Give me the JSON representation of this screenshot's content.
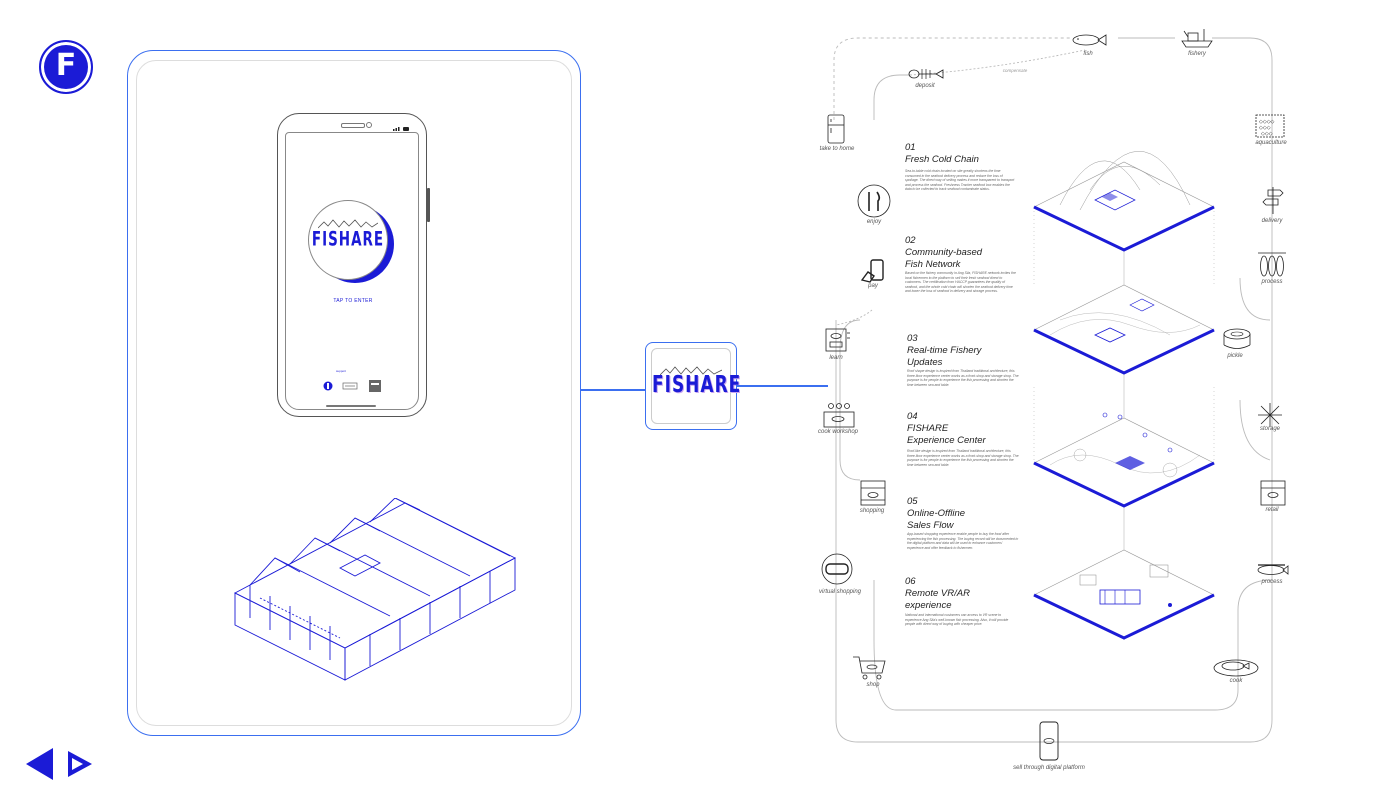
{
  "brand": {
    "badge_letter": "F",
    "app_name": "FISHARE",
    "accent_color": "#1b1bd6",
    "frame_color": "#3b6ff0"
  },
  "phone": {
    "status_icons": "signal wifi battery",
    "app_name": "FISHARE",
    "tap_label": "TAP TO ENTER",
    "partner_label": "support",
    "partner_logos": [
      "fishare-logo",
      "partner-logo",
      "partner-logo-2"
    ]
  },
  "center_logo": {
    "text": "FISHARE"
  },
  "navigation": {
    "prev_icon": "triangle-left-icon",
    "next_icon": "triangle-right-outline-icon"
  },
  "network_nodes": [
    {
      "id": "fish",
      "label": "fish"
    },
    {
      "id": "fishery",
      "label": "fishery"
    },
    {
      "id": "deposit",
      "label": "deposit"
    },
    {
      "id": "compensate",
      "label": "compensate"
    },
    {
      "id": "take-to-home",
      "label": "take to home"
    },
    {
      "id": "aquaculture",
      "label": "aquaculture"
    },
    {
      "id": "enjoy",
      "label": "enjoy"
    },
    {
      "id": "delivery",
      "label": "delivery"
    },
    {
      "id": "pay",
      "label": "pay"
    },
    {
      "id": "process-1",
      "label": "process"
    },
    {
      "id": "learn",
      "label": "learn"
    },
    {
      "id": "pickle",
      "label": "pickle"
    },
    {
      "id": "cook-workshop",
      "label": "cook workshop"
    },
    {
      "id": "storage",
      "label": "storage"
    },
    {
      "id": "shopping",
      "label": "shopping"
    },
    {
      "id": "retail",
      "label": "retail"
    },
    {
      "id": "virtual-shopping",
      "label": "virtual shopping"
    },
    {
      "id": "process-2",
      "label": "process"
    },
    {
      "id": "shop",
      "label": "shop"
    },
    {
      "id": "cook",
      "label": "cook"
    },
    {
      "id": "sell-digital",
      "label": "sell through digital platform"
    }
  ],
  "sections": [
    {
      "num": "01",
      "title": "Fresh Cold Chain",
      "body": "Sea-to-table cold chain located on site greatly shortens the time consumed in the seafood delivery process and reduce the loss of spoilage. The direct way of selling makes it more transparent to transport and process the seafood. Freshness Tracker seafood box enables the data to be collected to track seafood contaminate status."
    },
    {
      "num": "02",
      "title": "Community-based Fish Network",
      "body": "Based on the fishery community in Ang Sila, FISHARE network invites the local fishermen to the platform to sell their fresh seafood direct to customers. The certification from HACCP guarantees the quality of seafood, and the whole cold chain will shorten the seafood delivery time and lower the loss of seafood in delivery and storage process."
    },
    {
      "num": "03",
      "title": "Real-time Fishery Updates",
      "body": "Roof shape design is inspired from Thailand traditional architecture, this three-floor experience center works as a front-shop and storage shop. The purpose is for people to experience the fish processing and shorten the time between sea and table."
    },
    {
      "num": "04",
      "title": "FISHARE Experience Center",
      "body": "Roof-like design is inspired from Thailand traditional architecture, this three-floor experience center works as a front-shop and storage shop. The purpose is for people to experience the fish processing and shorten the time between sea and table."
    },
    {
      "num": "05",
      "title": "Online-Offline Sales Flow",
      "body": "App-based shopping experience enable people to buy the food after experiencing the fish processing. The buying record will be documented in the digital platform and data will be used to enhance customers' experience and offer feedback to fishermen."
    },
    {
      "num": "06",
      "title": "Remote VR/AR experience",
      "body": "National and international customers can access to VR scene to experience Ang Sila's well-known fish processing. Also, it will provide people with direct way of buying with cheaper price."
    }
  ]
}
